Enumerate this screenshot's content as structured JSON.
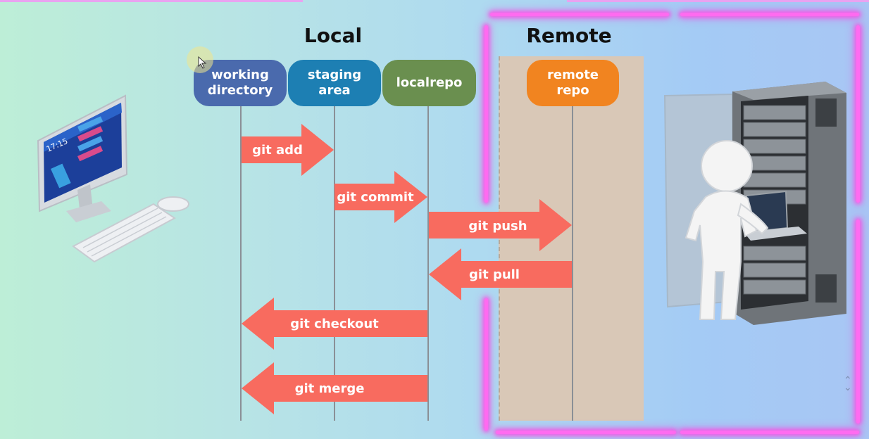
{
  "titles": {
    "local": "Local",
    "remote": "Remote"
  },
  "participants": [
    {
      "id": "working-directory",
      "label": "working\ndirectory",
      "color": "#4a6aad"
    },
    {
      "id": "staging-area",
      "label": "staging\narea",
      "color": "#1d7fb3"
    },
    {
      "id": "localrepo",
      "label": "localrepo",
      "color": "#6a8f4f"
    },
    {
      "id": "remote-repo",
      "label": "remote\nrepo",
      "color": "#f18420"
    }
  ],
  "commands": [
    {
      "label": "git add",
      "from": "working-directory",
      "to": "staging-area"
    },
    {
      "label": "git commit",
      "from": "staging-area",
      "to": "localrepo"
    },
    {
      "label": "git push",
      "from": "localrepo",
      "to": "remote-repo"
    },
    {
      "label": "git pull",
      "from": "remote-repo",
      "to": "localrepo"
    },
    {
      "label": "git checkout",
      "from": "localrepo",
      "to": "working-directory"
    },
    {
      "label": "git merge",
      "from": "localrepo",
      "to": "working-directory"
    }
  ],
  "colors": {
    "arrow": "#f86b5f",
    "neon": "#ff6bf0",
    "remote_band": "#d9c8b7"
  },
  "illustrations": {
    "computer": "desktop-computer-icon",
    "server": "server-rack-with-person-icon",
    "clock_on_screen": "17:15"
  }
}
